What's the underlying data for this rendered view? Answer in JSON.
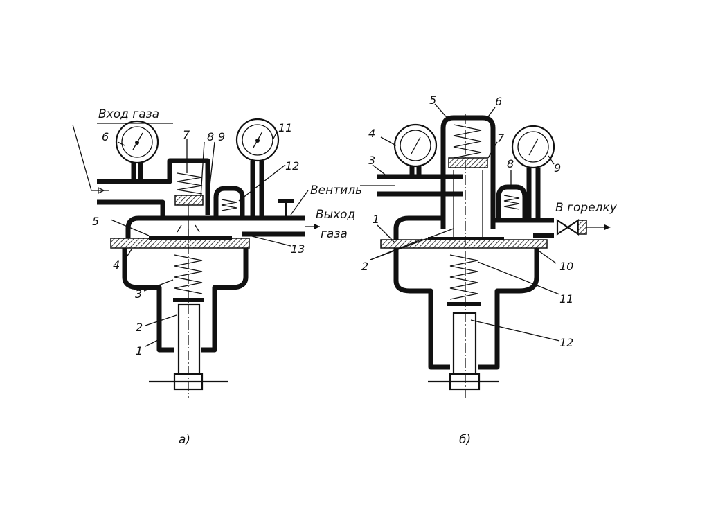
{
  "figure_a": {
    "caption": "а)",
    "inlet_label": "Вход газа",
    "valve_label": "Вентиль",
    "outlet_label_1": "Выход",
    "outlet_label_2": "газа",
    "callouts": [
      "1",
      "2",
      "3",
      "4",
      "5",
      "6",
      "7",
      "8",
      "9",
      "11",
      "12",
      "13"
    ]
  },
  "figure_b": {
    "caption": "б)",
    "outlet_label": "В горелку",
    "callouts": [
      "1",
      "2",
      "3",
      "4",
      "5",
      "6",
      "7",
      "8",
      "9",
      "10",
      "11",
      "12"
    ]
  }
}
